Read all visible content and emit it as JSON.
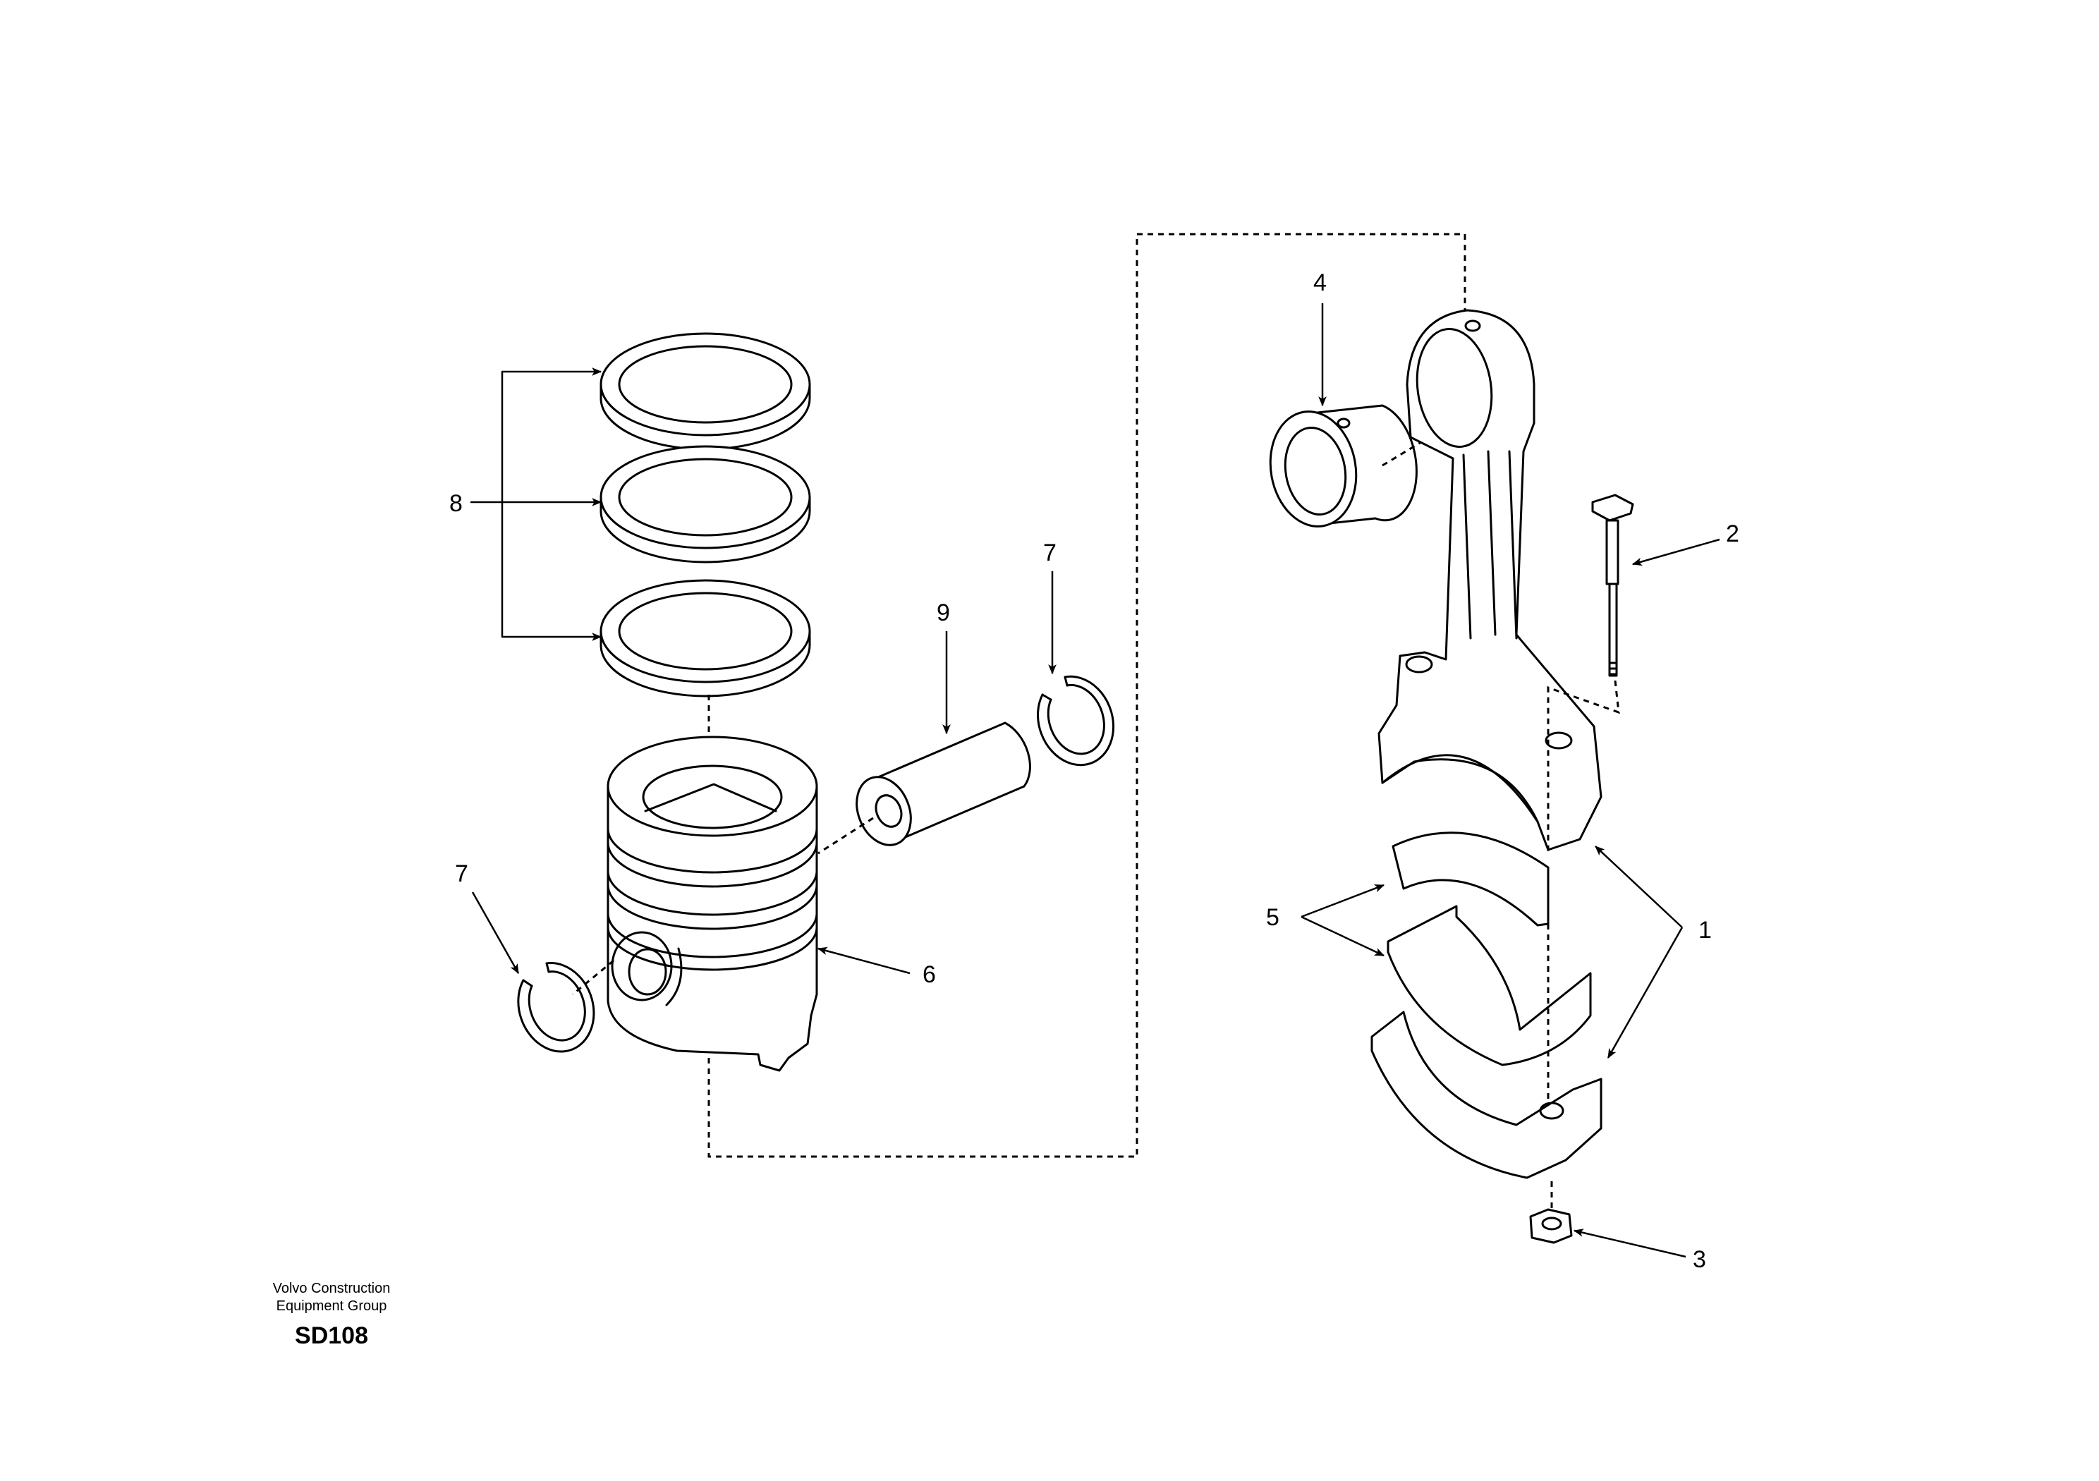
{
  "callouts": {
    "c1": "1",
    "c2": "2",
    "c3": "3",
    "c4": "4",
    "c5": "5",
    "c6": "6",
    "c7_right": "7",
    "c7_left": "7",
    "c8": "8",
    "c9": "9"
  },
  "footer": {
    "company_line1": "Volvo Construction",
    "company_line2": "Equipment Group",
    "drawing_code": "SD108"
  }
}
